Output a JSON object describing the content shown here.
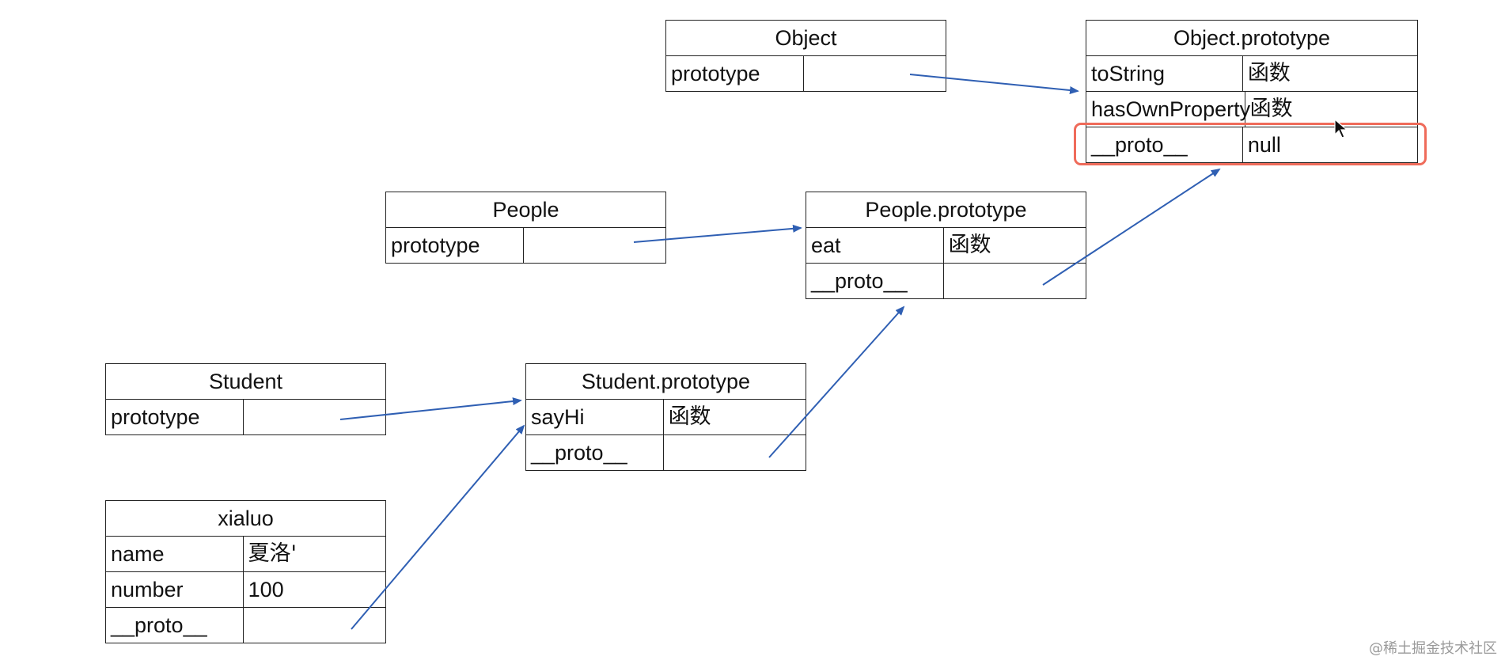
{
  "boxes": {
    "object": {
      "title": "Object",
      "rows": [
        {
          "key": "prototype",
          "value": ""
        }
      ]
    },
    "object_prototype": {
      "title": "Object.prototype",
      "rows": [
        {
          "key": "toString",
          "value": "函数"
        },
        {
          "key": "hasOwnProperty",
          "value": "函数"
        },
        {
          "key": "__proto__",
          "value": "null"
        }
      ]
    },
    "people": {
      "title": "People",
      "rows": [
        {
          "key": "prototype",
          "value": ""
        }
      ]
    },
    "people_prototype": {
      "title": "People.prototype",
      "rows": [
        {
          "key": "eat",
          "value": "函数"
        },
        {
          "key": "__proto__",
          "value": ""
        }
      ]
    },
    "student": {
      "title": "Student",
      "rows": [
        {
          "key": "prototype",
          "value": ""
        }
      ]
    },
    "student_prototype": {
      "title": "Student.prototype",
      "rows": [
        {
          "key": "sayHi",
          "value": "函数"
        },
        {
          "key": "__proto__",
          "value": ""
        }
      ]
    },
    "xialuo": {
      "title": "xialuo",
      "rows": [
        {
          "key": "name",
          "value": "夏洛'"
        },
        {
          "key": "number",
          "value": "100"
        },
        {
          "key": "__proto__",
          "value": ""
        }
      ]
    }
  },
  "watermark": "@稀土掘金技术社区",
  "colors": {
    "arrow": "#2f5fb3",
    "highlight": "#ef6b5a"
  }
}
